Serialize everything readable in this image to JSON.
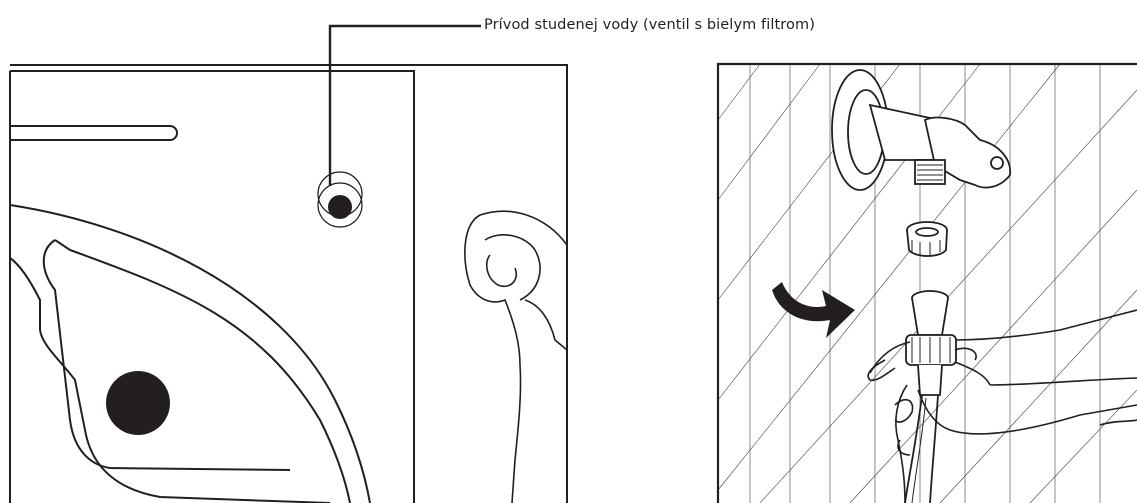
{
  "callout": {
    "label": "Prívod studenej vody (ventil s bielym filtrom)"
  },
  "illustrations": {
    "left_panel": "machine-back-cold-water-inlet",
    "right_panel": "attach-inlet-hose-to-tap"
  },
  "icons": [
    "rotate-arrow-icon",
    "water-tap-icon",
    "filter-washer-icon",
    "hose-connector-icon",
    "hand-icon"
  ],
  "colors": {
    "line": "#231f20",
    "fill": "#ffffff",
    "accent": "#000000"
  }
}
